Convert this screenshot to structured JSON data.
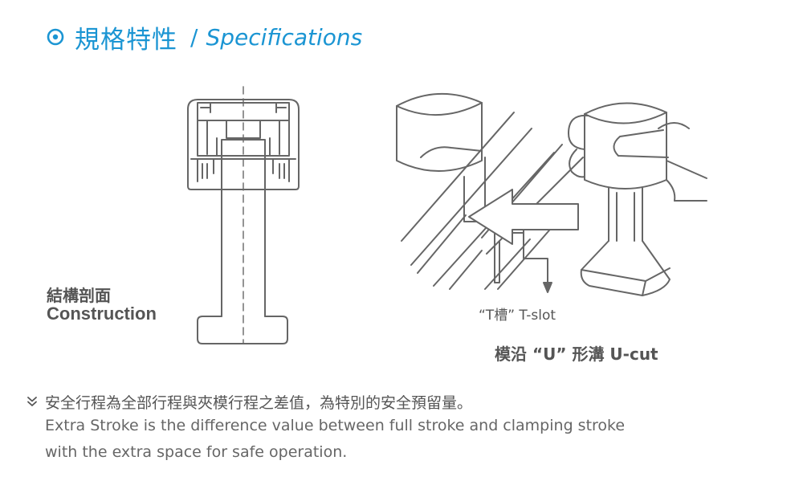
{
  "header": {
    "icon": "target-icon",
    "title_zh": "規格特性",
    "separator": "/",
    "title_en": "Specifications"
  },
  "labels": {
    "construction_zh": "結構剖面",
    "construction_en": "Construction",
    "tslot": "“T槽” T-slot",
    "ucut": "模沿 “U” 形溝 U-cut"
  },
  "note": {
    "bullet_icon": "double-chevron-down-icon",
    "line_zh": "安全行程為全部行程與夾模行程之差值，為特別的安全預留量。",
    "line_en_1": "Extra Stroke is the difference value between full stroke and clamping stroke",
    "line_en_2": "with the extra space for safe operation."
  },
  "colors": {
    "accent": "#1b95d3",
    "line": "#666666",
    "text": "#555555"
  }
}
